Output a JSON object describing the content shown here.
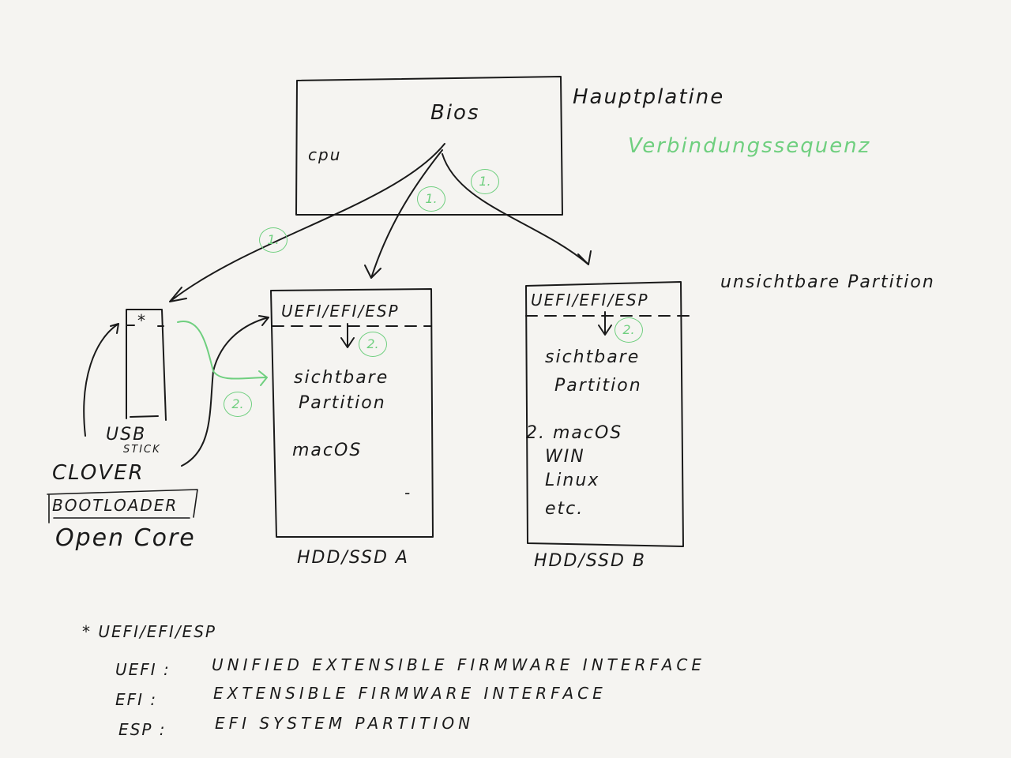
{
  "colors": {
    "ink": "#1a1a1a",
    "green": "#6fcf7f",
    "paper": "#f5f4f1"
  },
  "mainboard": {
    "label": "Hauptplatine",
    "bios": "Bios",
    "cpu": "cpu"
  },
  "legend_green": "Verbindungssequenz",
  "invisible_partition": "unsichtbare Partition",
  "step_1": "1.",
  "step_2": "2.",
  "usb": {
    "label": "USB",
    "sub": "STICK",
    "marker": "*",
    "bootloaders": [
      "CLOVER",
      "BOOTLOADER",
      "Open Core"
    ]
  },
  "disk_a": {
    "efi": "UEFI/EFI/ESP",
    "visible_1": "sichtbare",
    "visible_2": "Partition",
    "os": "macOS",
    "mark": "-",
    "label": "HDD/SSD A"
  },
  "disk_b": {
    "efi": "UEFI/EFI/ESP",
    "visible_1": "sichtbare",
    "visible_2": "Partition",
    "os": [
      "2. macOS",
      "WIN",
      "Linux",
      "etc."
    ],
    "label": "HDD/SSD B"
  },
  "footnote": {
    "title": "* UEFI/EFI/ESP",
    "rows": [
      {
        "abbr": "UEFI :",
        "text": "UNIFIED EXTENSIBLE FIRMWARE INTERFACE"
      },
      {
        "abbr": "EFI :",
        "text": "EXTENSIBLE FIRMWARE INTERFACE"
      },
      {
        "abbr": "ESP :",
        "text": "EFI SYSTEM PARTITION"
      }
    ]
  }
}
